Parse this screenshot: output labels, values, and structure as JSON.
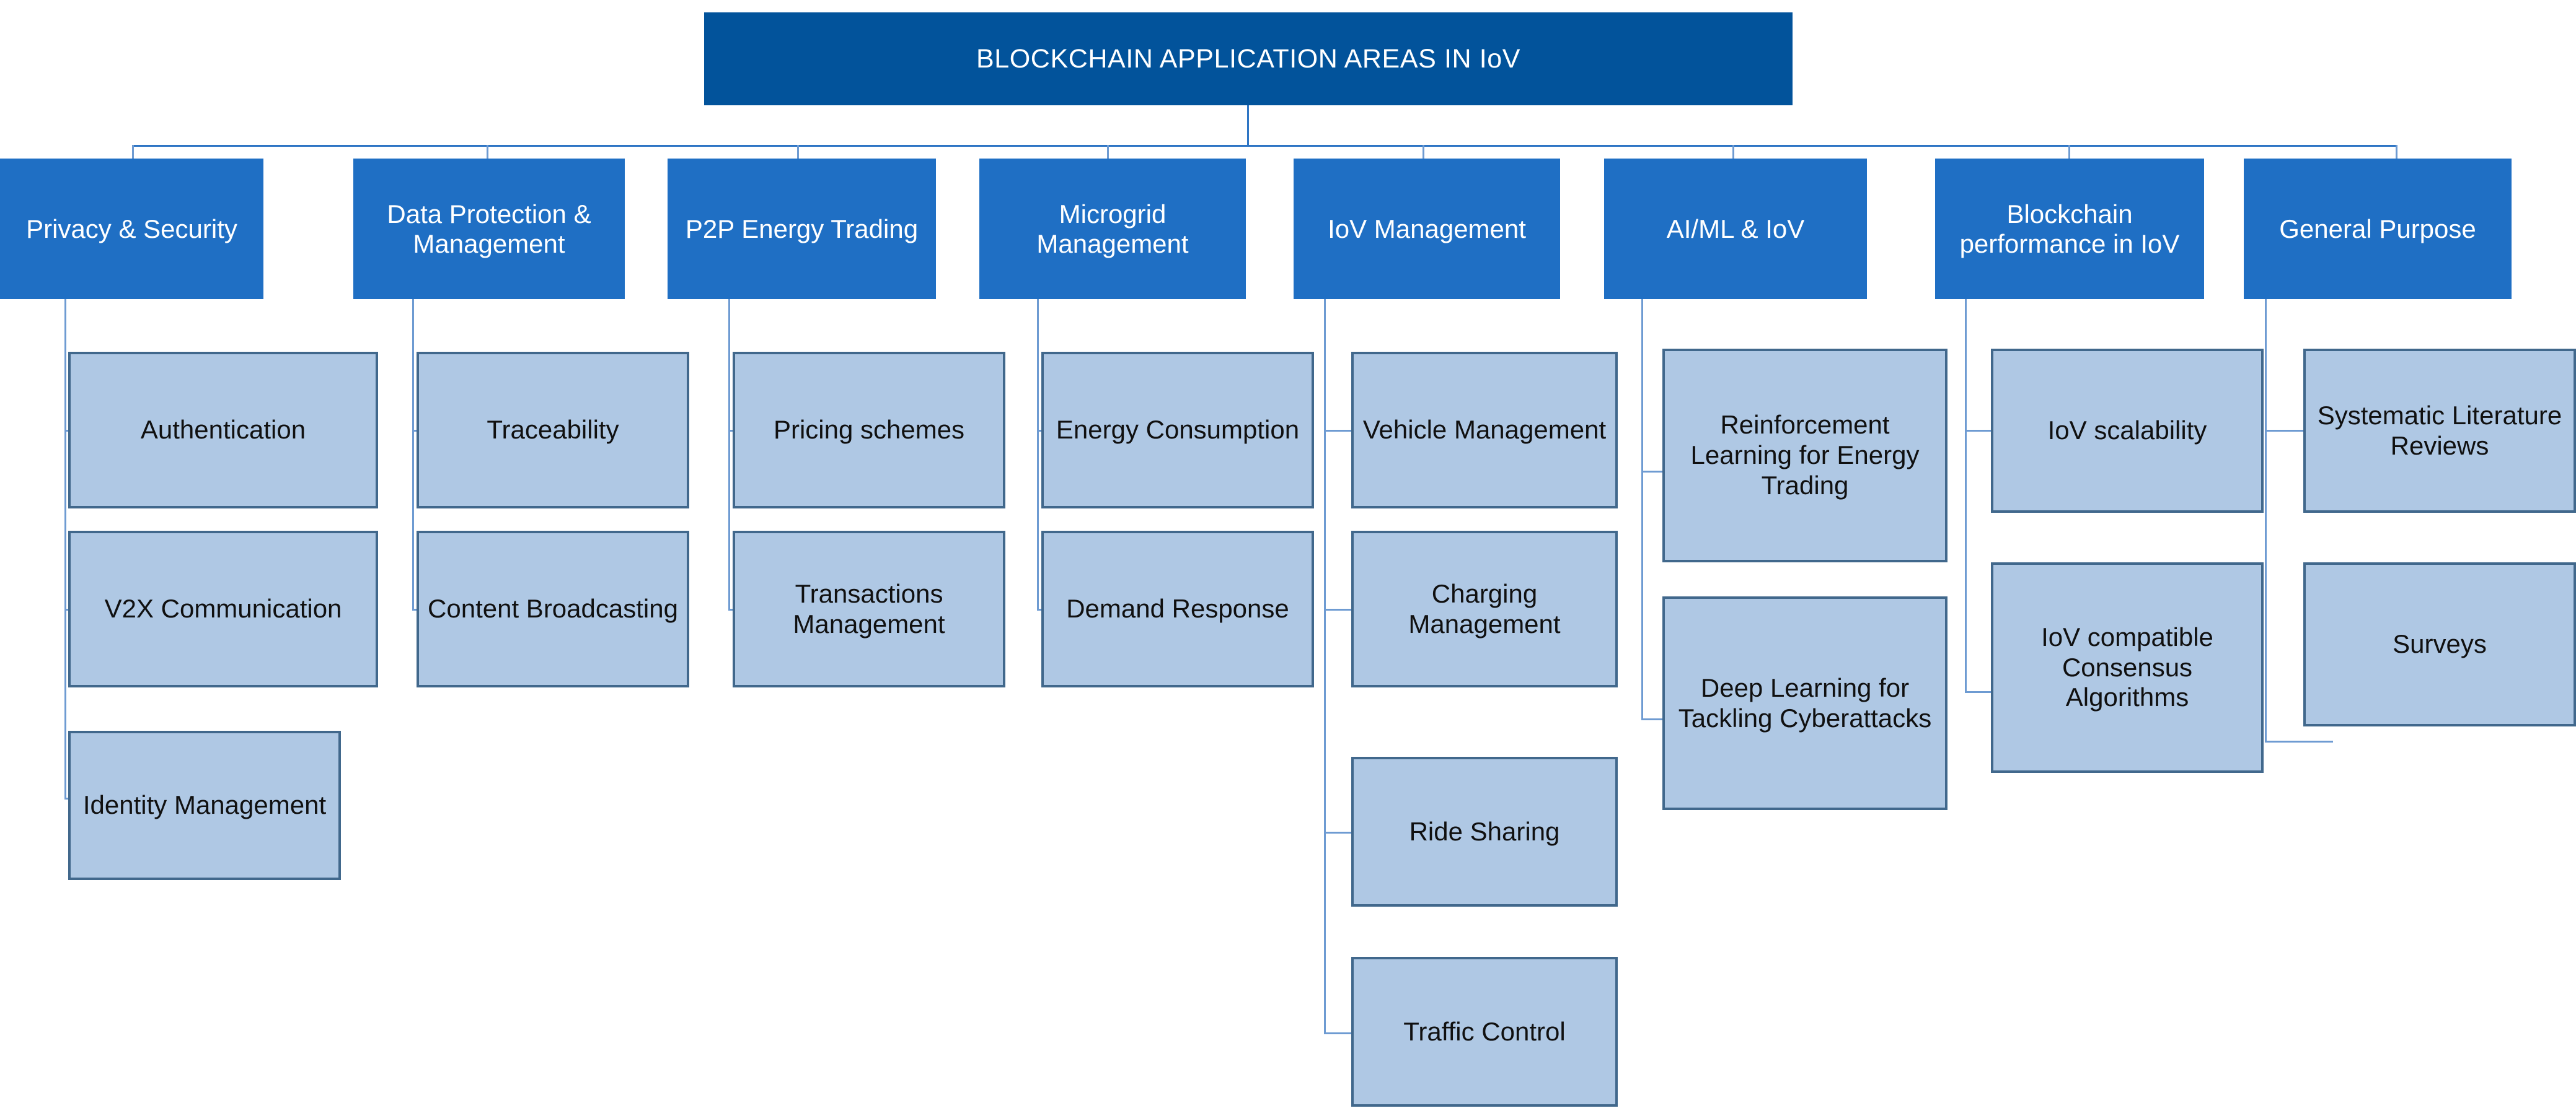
{
  "colors": {
    "root_fill": "#02539B",
    "category_fill": "#1F6FC4",
    "leaf_fill": "#AFC8E4",
    "leaf_border": "#41688C",
    "connector": "#6E9BD2",
    "root_text": "#FFFFFF",
    "leaf_text": "#101010"
  },
  "diagram": {
    "type": "tree",
    "root": {
      "label": "BLOCKCHAIN APPLICATION AREAS IN IoV"
    },
    "categories": [
      {
        "id": "privacy-security",
        "label": "Privacy & Security",
        "children": [
          {
            "label": "Authentication"
          },
          {
            "label": "V2X Communication"
          },
          {
            "label": "Identity Management"
          }
        ]
      },
      {
        "id": "data-protection-management",
        "label": "Data Protection & Management",
        "children": [
          {
            "label": "Traceability"
          },
          {
            "label": "Content Broadcasting"
          }
        ]
      },
      {
        "id": "p2p-energy-trading",
        "label": "P2P Energy Trading",
        "children": [
          {
            "label": "Pricing schemes"
          },
          {
            "label": "Transactions Management"
          }
        ]
      },
      {
        "id": "microgrid-management",
        "label": "Microgrid Management",
        "children": [
          {
            "label": "Energy Consumption"
          },
          {
            "label": "Demand Response"
          }
        ]
      },
      {
        "id": "iov-management",
        "label": "IoV Management",
        "children": [
          {
            "label": "Vehicle Management"
          },
          {
            "label": "Charging Management"
          },
          {
            "label": "Ride Sharing"
          },
          {
            "label": "Traffic Control"
          }
        ]
      },
      {
        "id": "aiml-iov",
        "label": "AI/ML & IoV",
        "children": [
          {
            "label": "Reinforcement Learning for Energy Trading"
          },
          {
            "label": "Deep Learning for Tackling Cyberattacks"
          }
        ]
      },
      {
        "id": "blockchain-performance-in-iov",
        "label": "Blockchain performance in IoV",
        "children": [
          {
            "label": "IoV scalability"
          },
          {
            "label": "IoV compatible Consensus Algorithms"
          }
        ]
      },
      {
        "id": "general-purpose",
        "label": "General Purpose",
        "children": [
          {
            "label": "Systematic Literature Reviews"
          },
          {
            "label": "Surveys"
          }
        ]
      }
    ]
  }
}
